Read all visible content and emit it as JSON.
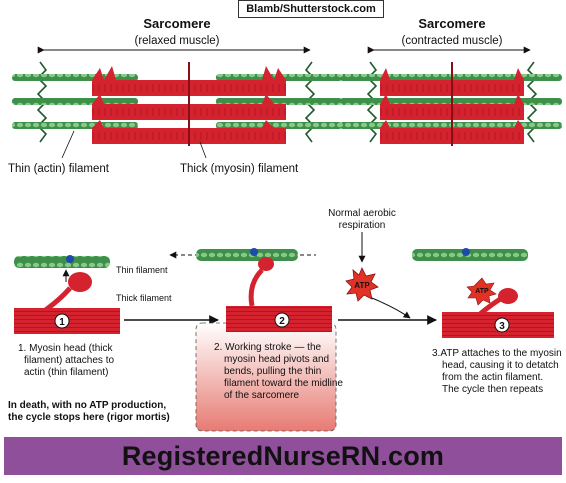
{
  "credit": "Blamb/Shutterstock.com",
  "relaxed": {
    "title": "Sarcomere",
    "subtitle": "(relaxed muscle)"
  },
  "contracted": {
    "title": "Sarcomere",
    "subtitle": "(contracted muscle)"
  },
  "labels": {
    "thin_actin": "Thin (actin) filament",
    "thick_myosin": "Thick (myosin) filament",
    "thin_filament": "Thin filament",
    "thick_filament": "Thick filament",
    "normal_aerobic_1": "Normal aerobic",
    "normal_aerobic_2": "respiration",
    "atp": "ATP"
  },
  "steps": [
    {
      "number": "1",
      "lines": [
        "1. Myosin head (thick",
        "filament) attaches to",
        "actin (thin filament)"
      ]
    },
    {
      "number": "2",
      "lines": [
        "2. Working stroke — the",
        "myosin head pivots and",
        "bends, pulling the thin",
        "filament toward the midline",
        "of the sarcomere"
      ]
    },
    {
      "number": "3",
      "lines": [
        "3.ATP attaches to the myosin",
        "head, causing it to detatch",
        "from the actin filament.",
        "The cycle then repeats"
      ]
    }
  ],
  "death_note": [
    "In death, with no ATP production,",
    "the cycle stops here (rigor mortis)"
  ],
  "footer": "RegisteredNurseRN.com",
  "colors": {
    "myosin": "#d4232e",
    "actin": "#3e8f4a",
    "actin_dark": "#1f5a2c",
    "footer_bg": "#8f4f9b",
    "rigor_gradient": "#e77b73"
  }
}
